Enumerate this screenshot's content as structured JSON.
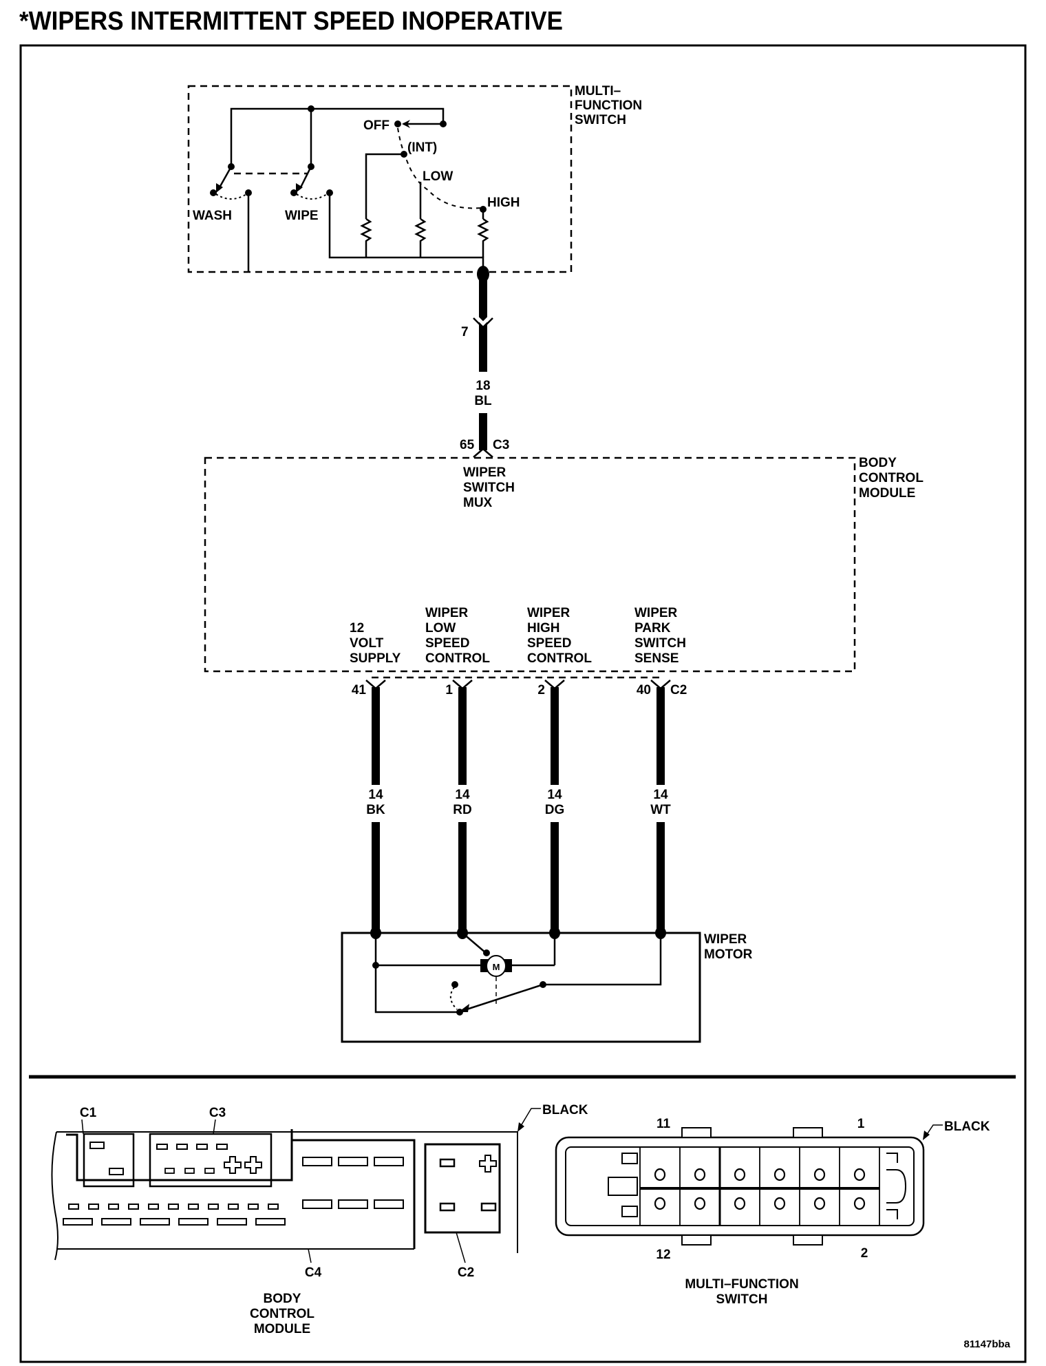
{
  "title": "*WIPERS INTERMITTENT SPEED INOPERATIVE",
  "multifunction_switch": {
    "name_lines": [
      "MULTI–",
      "FUNCTION",
      "SWITCH"
    ],
    "positions": {
      "off": "OFF",
      "int": "(INT)",
      "low": "LOW",
      "high": "HIGH"
    },
    "contacts": {
      "wash": "WASH",
      "wipe": "WIPE"
    }
  },
  "switch_circuit": {
    "switch_pin": "7",
    "gauge": "18",
    "color": "BL",
    "bcm_pin": "65",
    "bcm_connector": "C3"
  },
  "bcm": {
    "name_lines": [
      "BODY",
      "CONTROL",
      "MODULE"
    ],
    "mux_label": [
      "WIPER",
      "SWITCH",
      "MUX"
    ],
    "outputs": [
      {
        "label": [
          "12",
          "VOLT",
          "SUPPLY"
        ],
        "pin": "41",
        "gauge": "14",
        "color": "BK"
      },
      {
        "label": [
          "WIPER",
          "LOW",
          "SPEED",
          "CONTROL"
        ],
        "pin": "1",
        "gauge": "14",
        "color": "RD"
      },
      {
        "label": [
          "WIPER",
          "HIGH",
          "SPEED",
          "CONTROL"
        ],
        "pin": "2",
        "gauge": "14",
        "color": "DG"
      },
      {
        "label": [
          "WIPER",
          "PARK",
          "SWITCH",
          "SENSE"
        ],
        "pin": "40",
        "gauge": "14",
        "color": "WT"
      }
    ],
    "output_connector": "C2"
  },
  "wiper_motor": {
    "name_lines": [
      "WIPER",
      "MOTOR"
    ],
    "motor_symbol": "M"
  },
  "connector_views": {
    "bcm": {
      "connectors": [
        "C1",
        "C3",
        "C4",
        "C2"
      ],
      "color": "BLACK",
      "name_lines": [
        "BODY",
        "CONTROL",
        "MODULE"
      ]
    },
    "mfs": {
      "pin_labels": {
        "top_left": "11",
        "top_right": "1",
        "bottom_left": "12",
        "bottom_right": "2"
      },
      "color": "BLACK",
      "name_lines": [
        "MULTI–FUNCTION",
        "SWITCH"
      ]
    }
  },
  "figure_id": "81147bba"
}
